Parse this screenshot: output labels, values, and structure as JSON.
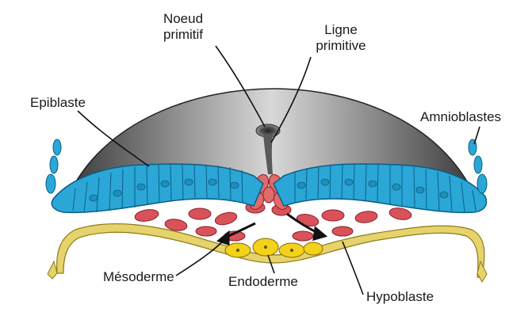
{
  "labels": {
    "noeud_primitif": [
      "Noeud",
      "primitif"
    ],
    "ligne_primitive": [
      "Ligne",
      "primitive"
    ],
    "epiblaste": "Epiblaste",
    "amnioblastes": "Amnioblastes",
    "mesoderme": "Mésoderme",
    "endoderme": "Endoderme",
    "hypoblaste": "Hypoblaste"
  },
  "colors": {
    "amnion_dome": "#6e6e6e",
    "epiblast_cells": "#2aa7d6",
    "epiblast_outline": "#0b5e86",
    "mesoderm_cells": "#d9525a",
    "hypoblast": "#e6d36b",
    "endoderm": "#f2d21a",
    "arrow": "#111111"
  }
}
